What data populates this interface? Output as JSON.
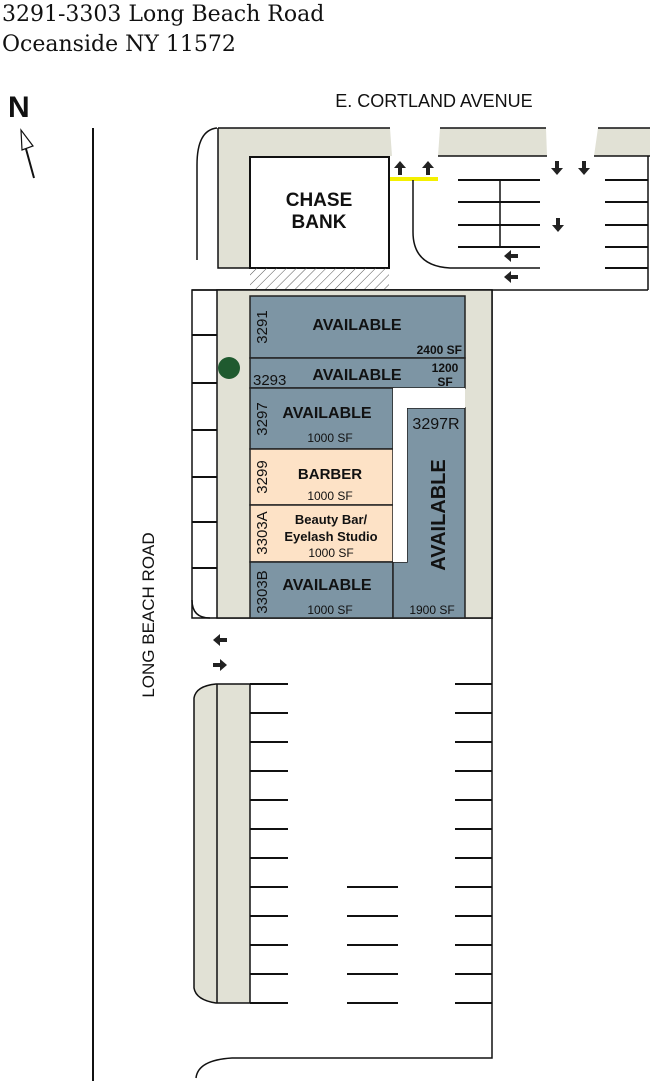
{
  "header": {
    "line1": "3291-3303 Long Beach Road",
    "line2": "Oceanside NY 11572"
  },
  "north_label": "N",
  "streets": {
    "top": "E. CORTLAND AVENUE",
    "left": "LONG BEACH ROAD"
  },
  "anchor": {
    "line1": "CHASE",
    "line2": "BANK"
  },
  "units": [
    {
      "number": "3291",
      "tenant": "AVAILABLE",
      "size": "2400 SF"
    },
    {
      "number": "3293",
      "tenant": "AVAILABLE",
      "size_line1": "1200",
      "size_line2": "SF"
    },
    {
      "number": "3297",
      "tenant": "AVAILABLE",
      "size": "1000 SF"
    },
    {
      "number": "3299",
      "tenant": "BARBER",
      "size": "1000 SF"
    },
    {
      "number": "3303A",
      "tenant_line1": "Beauty Bar/",
      "tenant_line2": "Eyelash Studio",
      "size": "1000 SF"
    },
    {
      "number": "3303B",
      "tenant": "AVAILABLE",
      "size": "1000 SF"
    },
    {
      "number": "3297R",
      "tenant": "AVAILABLE",
      "size": "1900 SF"
    }
  ],
  "colors": {
    "available": "#7d95a4",
    "leased": "#fde2c6",
    "sidewalk": "#e1e1d5",
    "tree": "#1f5a2f",
    "marker": "#f4f000"
  }
}
